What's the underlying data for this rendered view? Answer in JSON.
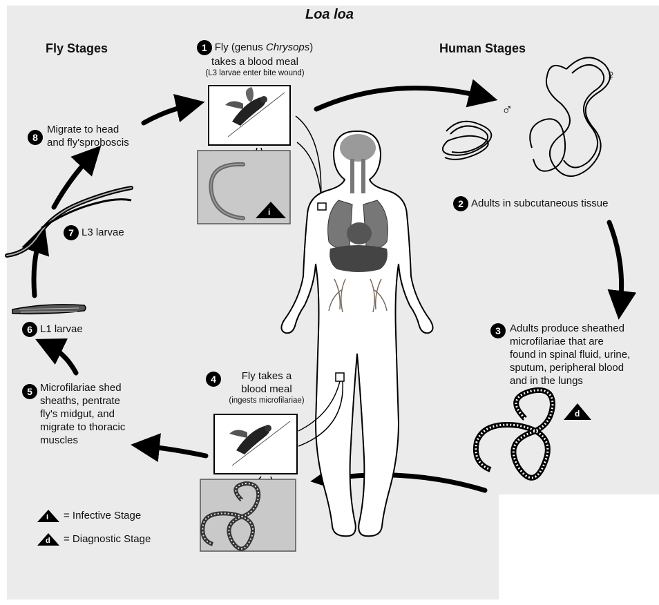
{
  "title": "Loa loa",
  "fly_stages_heading": "Fly Stages",
  "human_stages_heading": "Human Stages",
  "steps": {
    "s1": {
      "num": "1",
      "line1_pre": "Fly (genus ",
      "line1_italic": "Chrysops",
      "line1_post": ")",
      "line2": "takes a blood meal",
      "note": "(L3 larvae enter bite wound)"
    },
    "s2": {
      "num": "2",
      "text": "Adults in subcutaneous tissue"
    },
    "s3": {
      "num": "3",
      "line1": "Adults produce sheathed",
      "line2": "microfilariae that are",
      "line3": "found in spinal fluid, urine,",
      "line4": "sputum, peripheral blood",
      "line5": "and in the lungs"
    },
    "s4": {
      "num": "4",
      "line1": "Fly takes a",
      "line2": "blood meal",
      "note": "(ingests microfilariae)"
    },
    "s5": {
      "num": "5",
      "line1": "Microfilariae shed",
      "line2": "sheaths, pentrate",
      "line3": "fly's midgut, and",
      "line4": "migrate to thoracic",
      "line5": "muscles"
    },
    "s6": {
      "num": "6",
      "text": "L1 larvae"
    },
    "s7": {
      "num": "7",
      "text": "L3 larvae"
    },
    "s8": {
      "num": "8",
      "line1": "Migrate to head",
      "line2": "and fly'sproboscis"
    }
  },
  "symbols": {
    "male": "♂",
    "female": "♀",
    "infective_letter": "i",
    "diagnostic_letter": "d"
  },
  "legend": {
    "infective": "= Infective Stage",
    "diagnostic": "= Diagnostic Stage"
  }
}
